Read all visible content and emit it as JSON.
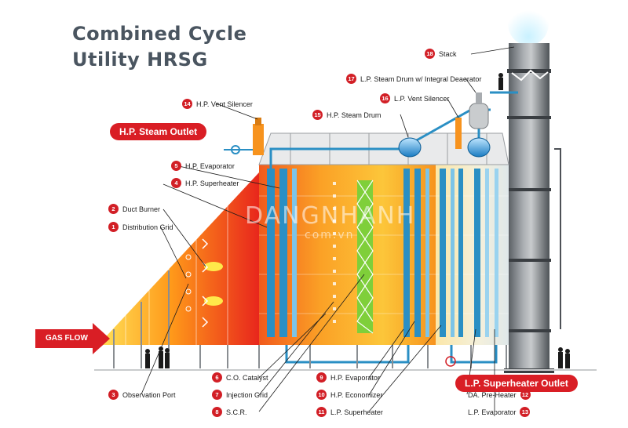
{
  "title": {
    "line1": "Combined Cycle",
    "line2": "Utility HRSG"
  },
  "banners": {
    "hp_steam_outlet": "H.P. Steam Outlet",
    "lp_superheater_outlet": "L.P. Superheater Outlet",
    "gas_flow": "GAS FLOW"
  },
  "watermark": {
    "line1": "DANGNHANH",
    "line2": "com.vn"
  },
  "callouts": [
    {
      "num": "1",
      "label": "Distribution Grid"
    },
    {
      "num": "2",
      "label": "Duct Burner"
    },
    {
      "num": "3",
      "label": "Observation Port"
    },
    {
      "num": "4",
      "label": "H.P. Superheater"
    },
    {
      "num": "5",
      "label": "H.P. Evaporator"
    },
    {
      "num": "6",
      "label": "C.O. Catalyst"
    },
    {
      "num": "7",
      "label": "Injection Grid"
    },
    {
      "num": "8",
      "label": "S.C.R."
    },
    {
      "num": "9",
      "label": "H.P. Evaporator"
    },
    {
      "num": "10",
      "label": "H.P. Economizer"
    },
    {
      "num": "11",
      "label": "L.P. Superheater"
    },
    {
      "num": "12",
      "label": "DA. Pre-Heater"
    },
    {
      "num": "13",
      "label": "L.P. Evaporator"
    },
    {
      "num": "14",
      "label": "H.P. Vent Silencer"
    },
    {
      "num": "15",
      "label": "H.P. Steam Drum"
    },
    {
      "num": "16",
      "label": "L.P. Vent Silencer"
    },
    {
      "num": "17",
      "label": "L.P. Steam Drum w/ Integral Deaerator"
    },
    {
      "num": "18",
      "label": "Stack"
    }
  ],
  "colors": {
    "accent": "#d91e25",
    "title": "#4a5560",
    "tube": "#2a8fc4",
    "catalyst": "#7fcf3a"
  }
}
